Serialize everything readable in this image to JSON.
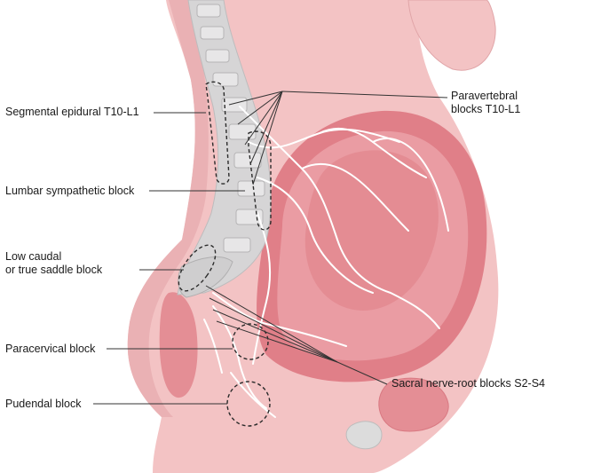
{
  "labels": {
    "segmental_epidural": "Segmental epidural T10-L1",
    "lumbar_sympathetic": "Lumbar sympathetic block",
    "low_caudal_line1": "Low caudal",
    "low_caudal_line2": "or true saddle block",
    "paracervical": "Paracervical block",
    "pudendal": "Pudendal block",
    "paravertebral_line1": "Paravertebral",
    "paravertebral_line2": "blocks T10-L1",
    "sacral_root": "Sacral nerve-root blocks S2-S4"
  },
  "colors": {
    "skin": "#f3c3c4",
    "skin_dark": "#e79ea2",
    "uterus_wall": "#e07f88",
    "uterus_inner": "#ea9ca3",
    "spine": "#d6d5d6",
    "nerve": "#ffffff",
    "leader": "#333333",
    "dashed": "#2b2b2b"
  }
}
